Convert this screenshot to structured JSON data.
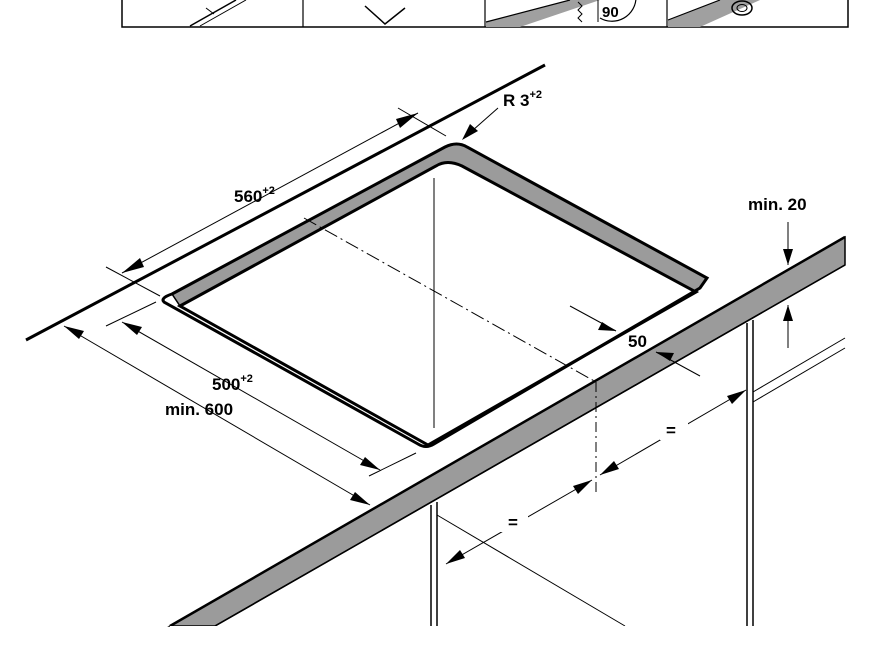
{
  "strip": {
    "cell_3_angle": "90"
  },
  "dimensions": {
    "radius": {
      "main": "R 3",
      "sup": "+2"
    },
    "width": {
      "main": "560",
      "sup": "+2"
    },
    "depth": {
      "main": "500",
      "sup": "+2"
    },
    "min_depth": {
      "text": "min. 600"
    },
    "min_thickness": {
      "text": "min. 20"
    },
    "edge_offset": {
      "text": "50"
    },
    "equal_left": {
      "text": "="
    },
    "equal_right": {
      "text": "="
    }
  },
  "colors": {
    "rim": "#9b9b9b",
    "line": "#000000",
    "background": "#ffffff"
  }
}
